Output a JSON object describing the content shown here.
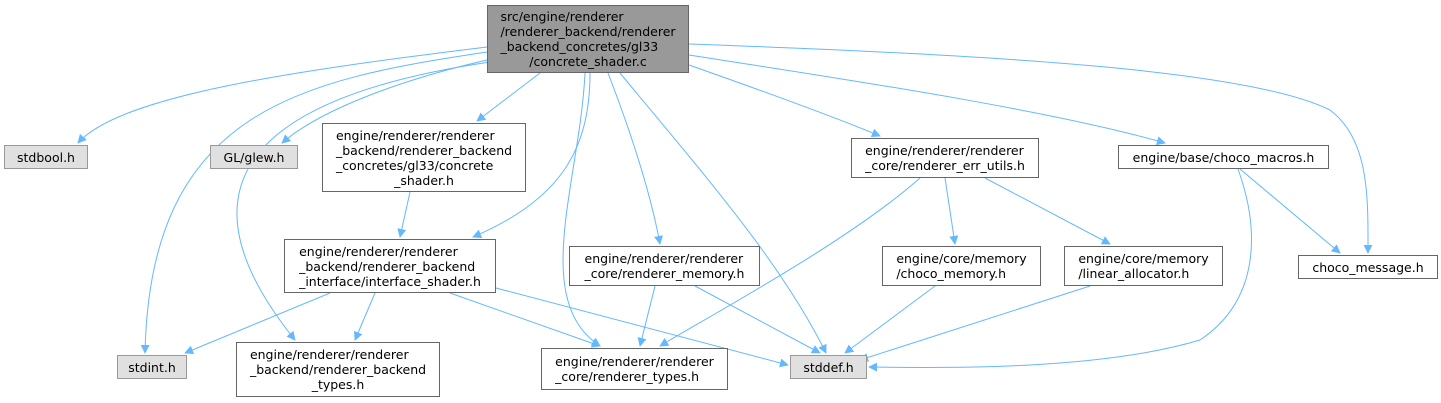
{
  "graph": {
    "edge_color": "#63b8ff",
    "nodes": {
      "root": [
        "src/engine/renderer",
        "/renderer_backend/renderer",
        "_backend_concretes/gl33",
        "/concrete_shader.c"
      ],
      "stdbool": [
        "stdbool.h"
      ],
      "glew": [
        "GL/glew.h"
      ],
      "concrete_shader_h": [
        "engine/renderer/renderer",
        "_backend/renderer_backend",
        "_concretes/gl33/concrete",
        "_shader.h"
      ],
      "err_utils": [
        "engine/renderer/renderer",
        "_core/renderer_err_utils.h"
      ],
      "choco_macros": [
        "engine/base/choco_macros.h"
      ],
      "interface_shader": [
        "engine/renderer/renderer",
        "_backend/renderer_backend",
        "_interface/interface_shader.h"
      ],
      "renderer_memory": [
        "engine/renderer/renderer",
        "_core/renderer_memory.h"
      ],
      "choco_memory": [
        "engine/core/memory",
        "/choco_memory.h"
      ],
      "linear_allocator": [
        "engine/core/memory",
        "/linear_allocator.h"
      ],
      "choco_message": [
        "choco_message.h"
      ],
      "stdint": [
        "stdint.h"
      ],
      "backend_types": [
        "engine/renderer/renderer",
        "_backend/renderer_backend",
        "_types.h"
      ],
      "renderer_types": [
        "engine/renderer/renderer",
        "_core/renderer_types.h"
      ],
      "stddef": [
        "stddef.h"
      ]
    },
    "edges": [
      [
        "root",
        "stdbool"
      ],
      [
        "root",
        "glew"
      ],
      [
        "root",
        "stdint"
      ],
      [
        "root",
        "backend_types"
      ],
      [
        "root",
        "concrete_shader_h"
      ],
      [
        "root",
        "interface_shader"
      ],
      [
        "root",
        "renderer_types"
      ],
      [
        "root",
        "renderer_memory"
      ],
      [
        "root",
        "stddef"
      ],
      [
        "root",
        "err_utils"
      ],
      [
        "root",
        "choco_macros"
      ],
      [
        "root",
        "choco_message"
      ],
      [
        "concrete_shader_h",
        "interface_shader"
      ],
      [
        "interface_shader",
        "stdint"
      ],
      [
        "interface_shader",
        "backend_types"
      ],
      [
        "interface_shader",
        "renderer_types"
      ],
      [
        "interface_shader",
        "stddef"
      ],
      [
        "renderer_memory",
        "renderer_types"
      ],
      [
        "renderer_memory",
        "stddef"
      ],
      [
        "err_utils",
        "renderer_types"
      ],
      [
        "err_utils",
        "choco_memory"
      ],
      [
        "err_utils",
        "linear_allocator"
      ],
      [
        "choco_memory",
        "stddef"
      ],
      [
        "linear_allocator",
        "stddef"
      ],
      [
        "choco_macros",
        "stddef"
      ],
      [
        "choco_macros",
        "choco_message"
      ]
    ]
  }
}
